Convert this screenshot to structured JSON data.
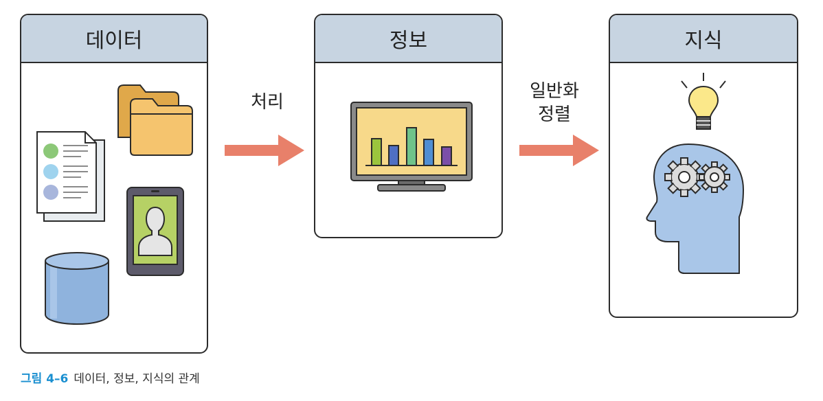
{
  "panels": {
    "data": {
      "title": "데이터"
    },
    "info": {
      "title": "정보"
    },
    "knowledge": {
      "title": "지식"
    }
  },
  "arrows": {
    "process": {
      "label": "처리"
    },
    "generalize": {
      "label_line1": "일반화",
      "label_line2": "정렬"
    }
  },
  "caption": {
    "tag": "그림 4–6",
    "text": "데이터, 정보, 지식의 관계"
  },
  "colors": {
    "header_bg": "#c7d4e1",
    "arrow": "#e8806a",
    "caption_tag": "#1a8fd0"
  },
  "icons": {
    "data": [
      "document-icon",
      "folder-icon",
      "tablet-profile-icon",
      "database-icon"
    ],
    "info": [
      "monitor-bar-chart-icon"
    ],
    "knowledge": [
      "lightbulb-icon",
      "head-gears-icon"
    ]
  }
}
